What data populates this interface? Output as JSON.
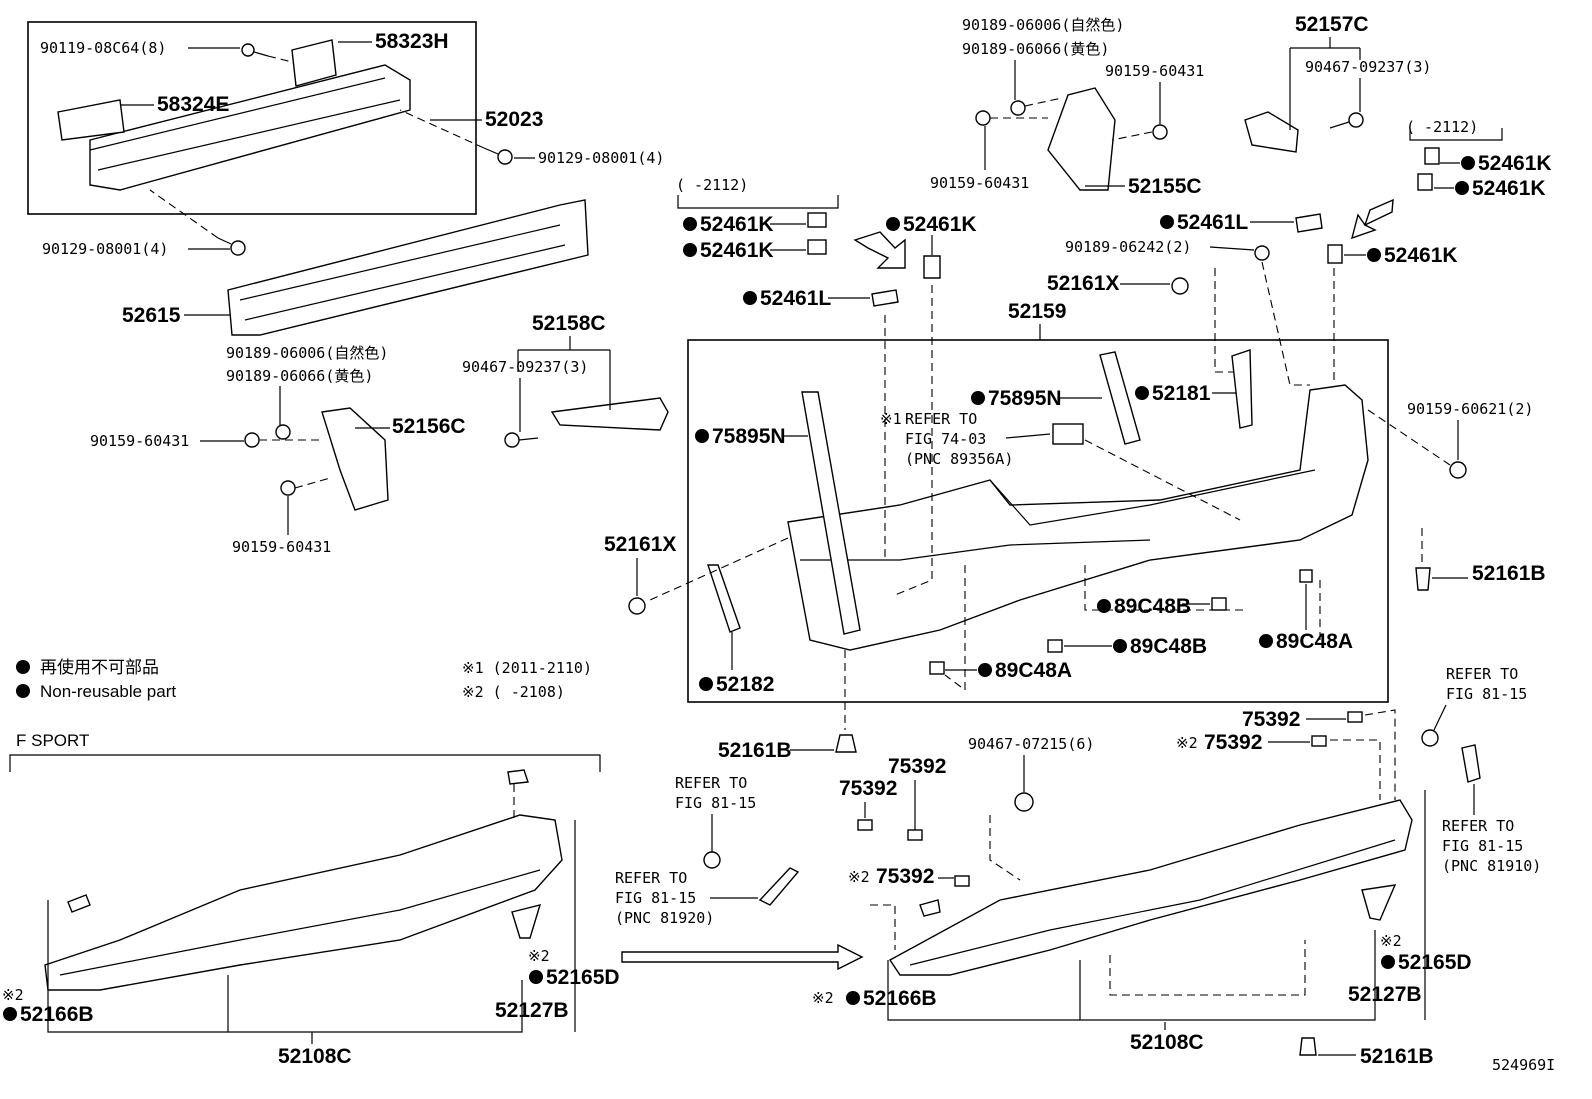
{
  "legend": {
    "non_reusable_ja": "再使用不可部品",
    "non_reusable_en": "Non-reusable part",
    "note1": "※1 (2011-2110)",
    "note2": "※2 (      -2108)"
  },
  "section_label": "F SPORT",
  "diagram_id": "524969I",
  "range_label": "(      -2112)",
  "parts": {
    "p90119": "90119-08C64(8)",
    "p58323H": "58323H",
    "p58324E": "58324E",
    "p52023": "52023",
    "p90129_a": "90129-08001(4)",
    "p90129_b": "90129-08001(4)",
    "p52615": "52615",
    "p90189_l1": "90189-06006(自然色)",
    "p90189_l2": "90189-06066(黄色)",
    "p90159_l1": "90159-60431",
    "p52156C": "52156C",
    "p90159_l2": "90159-60431",
    "p52158C": "52158C",
    "p90467_l": "90467-09237(3)",
    "p90189_t1": "90189-06006(自然色)",
    "p90189_t2": "90189-06066(黄色)",
    "p90159_t1": "90159-60431",
    "p90159_t2": "90159-60431",
    "p52155C": "52155C",
    "p52157C": "52157C",
    "p90467_r": "90467-09237(3)",
    "p52461K_a": "52461K",
    "p52461K_b": "52461K",
    "p52461K_c": "52461K",
    "p52461L_a": "52461L",
    "p52461L_b": "52461L",
    "p90189_06242": "90189-06242(2)",
    "p52161X_a": "52161X",
    "p52461K_d": "52461K",
    "p52461K_e": "52461K",
    "p52461K_f": "52461K",
    "p52159": "52159",
    "p75895N_a": "75895N",
    "p75895N_b": "75895N",
    "p52181": "52181",
    "p90159_60621": "90159-60621(2)",
    "refer1_mark": "※1",
    "refer1_l1": "REFER TO",
    "refer1_l2": "FIG 74-03",
    "refer1_l3": "(PNC 89356A)",
    "p52161X_b": "52161X",
    "p52161B_a": "52161B",
    "p89C48B_a": "89C48B",
    "p89C48B_b": "89C48B",
    "p89C48A_a": "89C48A",
    "p89C48A_b": "89C48A",
    "p52182": "52182",
    "p52161B_b": "52161B",
    "p75392_a": "75392",
    "p75392_b": "75392",
    "p75392_c": "75392",
    "p75392_d": "75392",
    "p75392_e": "75392",
    "p90467_07215": "90467-07215(6)",
    "refer_a_l1": "REFER TO",
    "refer_a_l2": "FIG 81-15",
    "refer_b_l1": "REFER TO",
    "refer_b_l2": "FIG 81-15",
    "refer_b_l3": "(PNC 81920)",
    "refer_c_l1": "REFER TO",
    "refer_c_l2": "FIG 81-15",
    "refer_d_l1": "REFER TO",
    "refer_d_l2": "FIG 81-15",
    "refer_d_l3": "(PNC 81910)",
    "p52165D_a": "52165D",
    "p52165D_b": "52165D",
    "p52127B_a": "52127B",
    "p52127B_b": "52127B",
    "p52166B_a": "52166B",
    "p52166B_b": "52166B",
    "p52108C_a": "52108C",
    "p52108C_b": "52108C",
    "p52161B_c": "52161B",
    "mark2": "※2"
  }
}
